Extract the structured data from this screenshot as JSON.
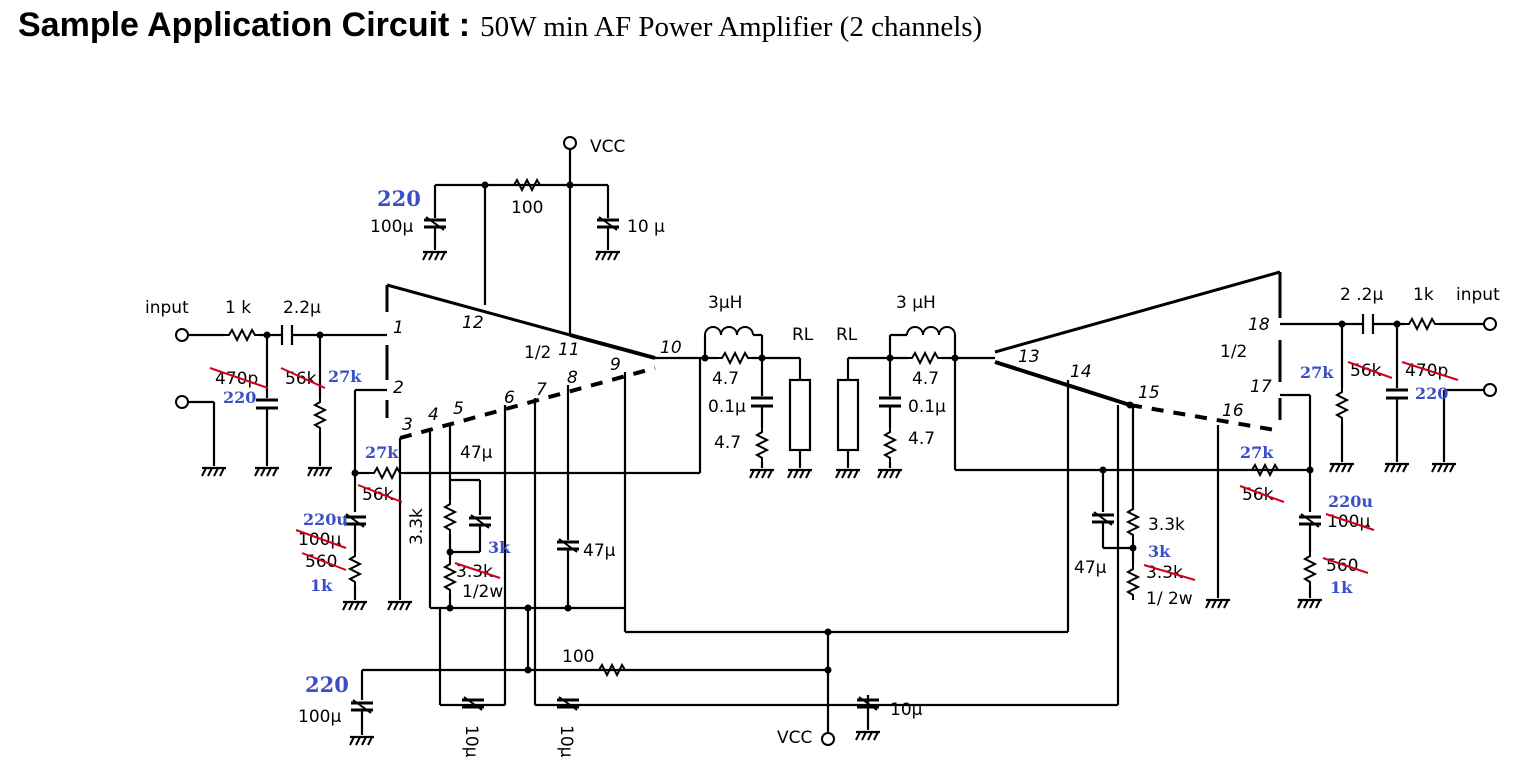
{
  "title": {
    "main": "Sample Application Circuit :",
    "sub": "50W min AF Power Amplifier (2 channels)"
  },
  "labels": {
    "vcc_top": "VCC",
    "vcc_bottom": "VCC",
    "input_left": "input",
    "input_right": "input",
    "r_1k_left": "1 k",
    "r_1k_right": "1k",
    "c_22u_left": "2.2μ",
    "c_22u_right": "2 .2μ",
    "half_left": "1/2",
    "half_right": "1/2",
    "c_470p_left": "470p",
    "c_470p_right": "470p",
    "r_56k_left": "56k",
    "r_56k_right": "56k",
    "r_56k_fb_left": "56k",
    "r_56k_fb_right": "56k",
    "c_100u_top": "100μ",
    "c_10u_top": "10 μ",
    "r_100_top": "100",
    "r_100_bottom": "100",
    "ind_left": "3μH",
    "ind_right": "3 μH",
    "rl_left": "RL",
    "rl_right": "RL",
    "r_47_a": "4.7",
    "r_47_b": "4.7",
    "r_47_c": "4.7",
    "r_47_d": "4.7",
    "c_01u_left": "0.1μ",
    "c_01u_right": "0.1μ",
    "c_100u_left": "100μ",
    "c_100u_right": "100μ",
    "r_560_left": "560",
    "r_560_right": "560",
    "r_33k_left": "3.3k",
    "r_33k_left_strike": "3.3k",
    "r_33k_right": "3.3k",
    "r_33k_right_strike": "3.3k",
    "half_w_left": "1/2w",
    "half_w_right": "1/ 2w",
    "c_47u_a": "47μ",
    "c_47u_b": "47μ",
    "c_47u_c": "47μ",
    "c_100u_bottom": "100μ",
    "c_10u_bottom_a": "10μ",
    "c_10u_bottom_b": "10μ",
    "c_10u_bottom_c": "10μ"
  },
  "pins": [
    "1",
    "2",
    "3",
    "4",
    "5",
    "6",
    "7",
    "8",
    "9",
    "10",
    "11",
    "12",
    "13",
    "14",
    "15",
    "16",
    "17",
    "18"
  ],
  "annotations": {
    "a220_top": "220",
    "a220_bottom": "220",
    "a220_left": "220",
    "a220_right": "220",
    "a27k_left_in": "27k",
    "a27k_left_fb": "27k",
    "a27k_right_in": "27k",
    "a27k_right_fb": "27k",
    "a220u_left": "220u",
    "a220u_right": "220u",
    "a1k_left": "1k",
    "a1k_right": "1k",
    "a3k_left": "3k",
    "a3k_right": "3k"
  },
  "colors": {
    "annotation": "#3b4fc4",
    "strike": "#d0021b",
    "line": "#000000"
  }
}
